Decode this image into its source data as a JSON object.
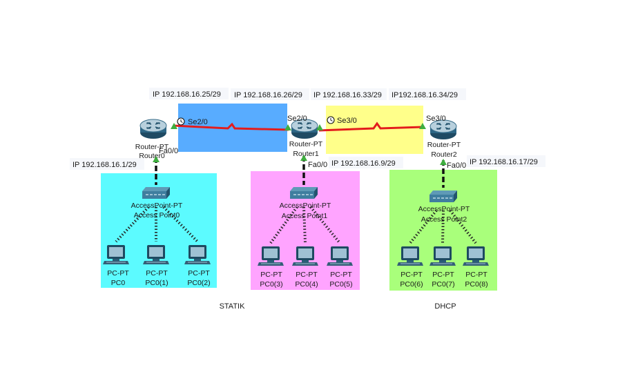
{
  "colors": {
    "serial_link": "#e31c1c",
    "ethernet_link": "#111111",
    "port_up": "#3fae3f",
    "area_wan1": "#58acff",
    "area_wan2": "#ffff8a",
    "area_lan0": "#5cfbff",
    "area_lan1": "#ffa4ff",
    "area_lan2": "#a9ff7b"
  },
  "ip_labels": {
    "r0_se": "IP 192.168.16.25/29",
    "r1_se_left": "IP 192.168.16.26/29",
    "r1_se_right": "IP 192.168.16.33/29",
    "r2_se": "IP192.168.16.34/29",
    "r0_fa": "IP 192.168.16.1/29",
    "r1_fa": "IP 192.168.16.9/29",
    "r2_fa": "IP 192.168.16.17/29"
  },
  "ports": {
    "r0_se": "Se2/0",
    "r1_se_left": "Se2/0",
    "r1_se_right": "Se3/0",
    "r2_se": "Se3/0",
    "r0_fa": "Fa0/0",
    "r1_fa": "Fa0/0",
    "r2_fa": "Fa0/0"
  },
  "routers": {
    "r0": {
      "model": "Router-PT",
      "name": "Router0"
    },
    "r1": {
      "model": "Router-PT",
      "name": "Router1"
    },
    "r2": {
      "model": "Router-PT",
      "name": "Router2"
    }
  },
  "access_points": {
    "ap0": {
      "model": "AccessPoint-PT",
      "name": "Access Point0"
    },
    "ap1": {
      "model": "AccessPoint-PT",
      "name": "Access Point1"
    },
    "ap2": {
      "model": "AccessPoint-PT",
      "name": "Access Point2"
    }
  },
  "pcs": {
    "pc0": {
      "model": "PC-PT",
      "name": "PC0"
    },
    "pc1": {
      "model": "PC-PT",
      "name": "PC0(1)"
    },
    "pc2": {
      "model": "PC-PT",
      "name": "PC0(2)"
    },
    "pc3": {
      "model": "PC-PT",
      "name": "PC0(3)"
    },
    "pc4": {
      "model": "PC-PT",
      "name": "PC0(4)"
    },
    "pc5": {
      "model": "PC-PT",
      "name": "PC0(5)"
    },
    "pc6": {
      "model": "PC-PT",
      "name": "PC0(6)"
    },
    "pc7": {
      "model": "PC-PT",
      "name": "PC0(7)"
    },
    "pc8": {
      "model": "PC-PT",
      "name": "PC0(8)"
    }
  },
  "notes": {
    "statik": "STATIK",
    "dhcp": "DHCP"
  },
  "icons": {
    "router": "router-icon",
    "access_point": "access-point-icon",
    "pc": "pc-icon",
    "clock": "clock-icon",
    "port_indicator": "port-triangle-icon"
  }
}
